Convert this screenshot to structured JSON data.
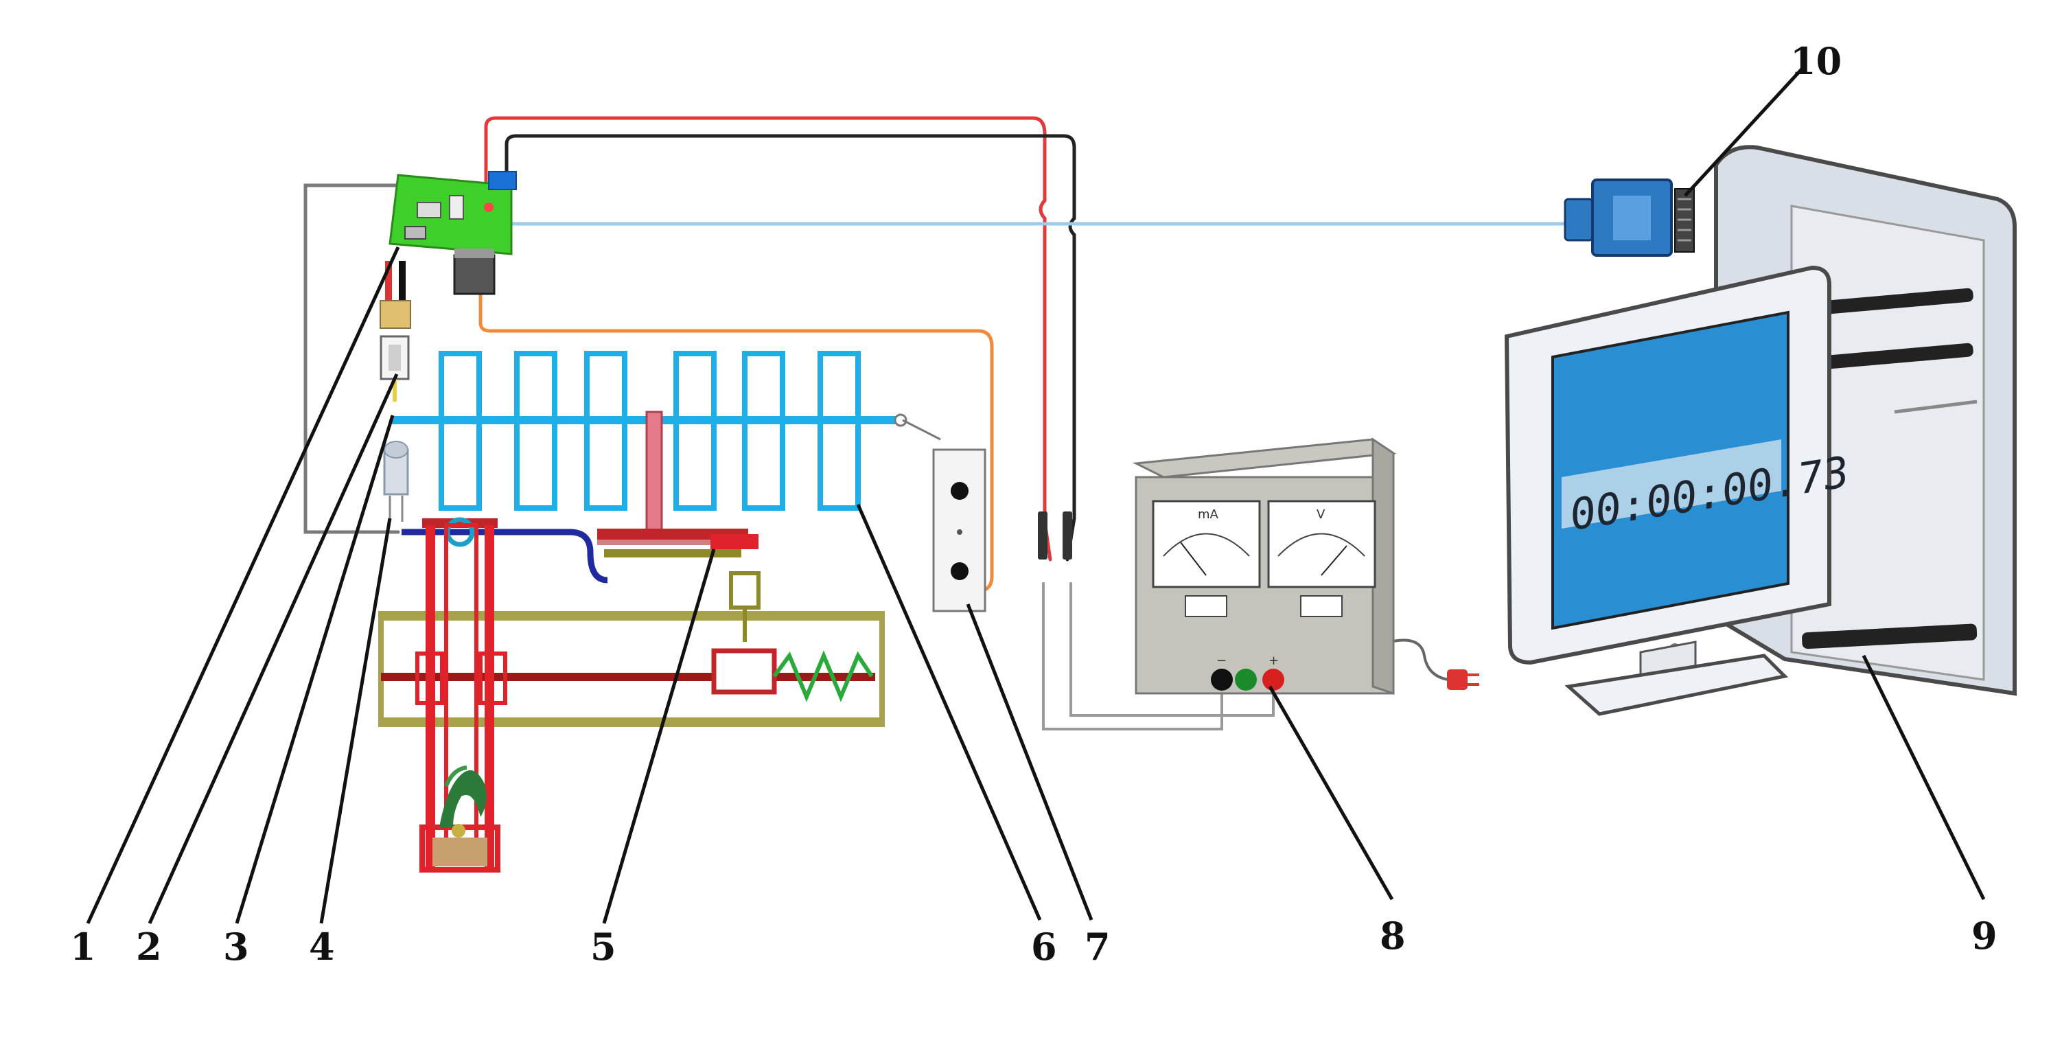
{
  "labels": {
    "l1": "1",
    "l2": "2",
    "l3": "3",
    "l4": "4",
    "l5": "5",
    "l6": "6",
    "l7": "7",
    "l8": "8",
    "l9": "9",
    "l10": "10"
  },
  "power_supply": {
    "ammeter_label": "mA",
    "voltmeter_label": "V",
    "minus_sign": "−",
    "plus_sign": "+"
  },
  "computer": {
    "timer_display": "00:00:00.73"
  },
  "colors": {
    "frame_blue": "#1eaee8",
    "mechanism_red": "#e0222a",
    "rail_olive": "#8e8a2a",
    "pcb_green": "#3fcf2a",
    "wire_red": "#e23a3a",
    "wire_orange": "#f08a3a",
    "wire_light_blue": "#9fcbe8",
    "screen_blue": "#2a8fd2",
    "case_gray": "#d9dfe6"
  }
}
